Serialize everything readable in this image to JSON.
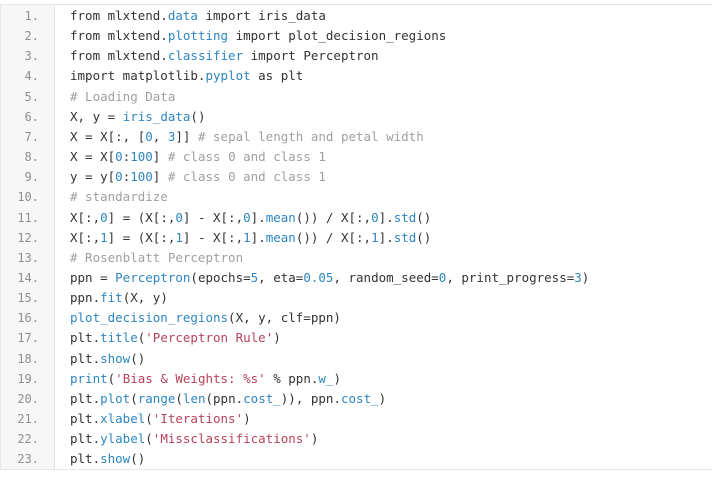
{
  "colors": {
    "plain": "#333333",
    "attribute": "#2e86c1",
    "number": "#2e86c1",
    "comment": "#a0a0a0",
    "string": "#b7425a",
    "line_number": "#8f8f8f"
  },
  "lines": [
    {
      "num": "1.",
      "tokens": [
        {
          "t": "from mlxtend.",
          "c": "plain"
        },
        {
          "t": "data",
          "c": "attr"
        },
        {
          "t": " import iris_data",
          "c": "plain"
        }
      ]
    },
    {
      "num": "2.",
      "tokens": [
        {
          "t": "from mlxtend.",
          "c": "plain"
        },
        {
          "t": "plotting",
          "c": "attr"
        },
        {
          "t": " import plot_decision_regions",
          "c": "plain"
        }
      ]
    },
    {
      "num": "3.",
      "tokens": [
        {
          "t": "from mlxtend.",
          "c": "plain"
        },
        {
          "t": "classifier",
          "c": "attr"
        },
        {
          "t": " import Perceptron",
          "c": "plain"
        }
      ]
    },
    {
      "num": "4.",
      "tokens": [
        {
          "t": "import matplotlib.",
          "c": "plain"
        },
        {
          "t": "pyplot",
          "c": "attr"
        },
        {
          "t": " as plt",
          "c": "plain"
        }
      ]
    },
    {
      "num": "5.",
      "tokens": [
        {
          "t": "# Loading Data",
          "c": "comment"
        }
      ]
    },
    {
      "num": "6.",
      "tokens": [
        {
          "t": "X, y = ",
          "c": "plain"
        },
        {
          "t": "iris_data",
          "c": "attr"
        },
        {
          "t": "()",
          "c": "plain"
        }
      ]
    },
    {
      "num": "7.",
      "tokens": [
        {
          "t": "X = X[:, [",
          "c": "plain"
        },
        {
          "t": "0",
          "c": "num"
        },
        {
          "t": ", ",
          "c": "plain"
        },
        {
          "t": "3",
          "c": "num"
        },
        {
          "t": "]] ",
          "c": "plain"
        },
        {
          "t": "# sepal length and petal width",
          "c": "comment"
        }
      ]
    },
    {
      "num": "8.",
      "tokens": [
        {
          "t": "X = X[",
          "c": "plain"
        },
        {
          "t": "0",
          "c": "num"
        },
        {
          "t": ":",
          "c": "plain"
        },
        {
          "t": "100",
          "c": "num"
        },
        {
          "t": "] ",
          "c": "plain"
        },
        {
          "t": "# class 0 and class 1",
          "c": "comment"
        }
      ]
    },
    {
      "num": "9.",
      "tokens": [
        {
          "t": "y = y[",
          "c": "plain"
        },
        {
          "t": "0",
          "c": "num"
        },
        {
          "t": ":",
          "c": "plain"
        },
        {
          "t": "100",
          "c": "num"
        },
        {
          "t": "] ",
          "c": "plain"
        },
        {
          "t": "# class 0 and class 1",
          "c": "comment"
        }
      ]
    },
    {
      "num": "10.",
      "tokens": [
        {
          "t": "# standardize",
          "c": "comment"
        }
      ]
    },
    {
      "num": "11.",
      "tokens": [
        {
          "t": "X[:,",
          "c": "plain"
        },
        {
          "t": "0",
          "c": "num"
        },
        {
          "t": "] = (X[:,",
          "c": "plain"
        },
        {
          "t": "0",
          "c": "num"
        },
        {
          "t": "] - X[:,",
          "c": "plain"
        },
        {
          "t": "0",
          "c": "num"
        },
        {
          "t": "].",
          "c": "plain"
        },
        {
          "t": "mean",
          "c": "attr"
        },
        {
          "t": "()) / X[:,",
          "c": "plain"
        },
        {
          "t": "0",
          "c": "num"
        },
        {
          "t": "].",
          "c": "plain"
        },
        {
          "t": "std",
          "c": "attr"
        },
        {
          "t": "()",
          "c": "plain"
        }
      ]
    },
    {
      "num": "12.",
      "tokens": [
        {
          "t": "X[:,",
          "c": "plain"
        },
        {
          "t": "1",
          "c": "num"
        },
        {
          "t": "] = (X[:,",
          "c": "plain"
        },
        {
          "t": "1",
          "c": "num"
        },
        {
          "t": "] - X[:,",
          "c": "plain"
        },
        {
          "t": "1",
          "c": "num"
        },
        {
          "t": "].",
          "c": "plain"
        },
        {
          "t": "mean",
          "c": "attr"
        },
        {
          "t": "()) / X[:,",
          "c": "plain"
        },
        {
          "t": "1",
          "c": "num"
        },
        {
          "t": "].",
          "c": "plain"
        },
        {
          "t": "std",
          "c": "attr"
        },
        {
          "t": "()",
          "c": "plain"
        }
      ]
    },
    {
      "num": "13.",
      "tokens": [
        {
          "t": "# Rosenblatt Perceptron",
          "c": "comment"
        }
      ]
    },
    {
      "num": "14.",
      "tokens": [
        {
          "t": "ppn = ",
          "c": "plain"
        },
        {
          "t": "Perceptron",
          "c": "attr"
        },
        {
          "t": "(epochs=",
          "c": "plain"
        },
        {
          "t": "5",
          "c": "num"
        },
        {
          "t": ", eta=",
          "c": "plain"
        },
        {
          "t": "0.05",
          "c": "num"
        },
        {
          "t": ", random_seed=",
          "c": "plain"
        },
        {
          "t": "0",
          "c": "num"
        },
        {
          "t": ", print_progress=",
          "c": "plain"
        },
        {
          "t": "3",
          "c": "num"
        },
        {
          "t": ")",
          "c": "plain"
        }
      ]
    },
    {
      "num": "15.",
      "tokens": [
        {
          "t": "ppn.",
          "c": "plain"
        },
        {
          "t": "fit",
          "c": "attr"
        },
        {
          "t": "(X, y)",
          "c": "plain"
        }
      ]
    },
    {
      "num": "16.",
      "tokens": [
        {
          "t": "plot_decision_regions",
          "c": "attr"
        },
        {
          "t": "(X, y, clf=ppn)",
          "c": "plain"
        }
      ]
    },
    {
      "num": "17.",
      "tokens": [
        {
          "t": "plt.",
          "c": "plain"
        },
        {
          "t": "title",
          "c": "attr"
        },
        {
          "t": "(",
          "c": "plain"
        },
        {
          "t": "'Perceptron Rule'",
          "c": "str"
        },
        {
          "t": ")",
          "c": "plain"
        }
      ]
    },
    {
      "num": "18.",
      "tokens": [
        {
          "t": "plt.",
          "c": "plain"
        },
        {
          "t": "show",
          "c": "attr"
        },
        {
          "t": "()",
          "c": "plain"
        }
      ]
    },
    {
      "num": "19.",
      "tokens": [
        {
          "t": "print",
          "c": "attr"
        },
        {
          "t": "(",
          "c": "plain"
        },
        {
          "t": "'Bias & Weights: %s'",
          "c": "str"
        },
        {
          "t": " % ppn.",
          "c": "plain"
        },
        {
          "t": "w_",
          "c": "attr"
        },
        {
          "t": ")",
          "c": "plain"
        }
      ]
    },
    {
      "num": "20.",
      "tokens": [
        {
          "t": "plt.",
          "c": "plain"
        },
        {
          "t": "plot",
          "c": "attr"
        },
        {
          "t": "(",
          "c": "plain"
        },
        {
          "t": "range",
          "c": "attr"
        },
        {
          "t": "(",
          "c": "plain"
        },
        {
          "t": "len",
          "c": "attr"
        },
        {
          "t": "(ppn.",
          "c": "plain"
        },
        {
          "t": "cost_",
          "c": "attr"
        },
        {
          "t": ")), ppn.",
          "c": "plain"
        },
        {
          "t": "cost_",
          "c": "attr"
        },
        {
          "t": ")",
          "c": "plain"
        }
      ]
    },
    {
      "num": "21.",
      "tokens": [
        {
          "t": "plt.",
          "c": "plain"
        },
        {
          "t": "xlabel",
          "c": "attr"
        },
        {
          "t": "(",
          "c": "plain"
        },
        {
          "t": "'Iterations'",
          "c": "str"
        },
        {
          "t": ")",
          "c": "plain"
        }
      ]
    },
    {
      "num": "22.",
      "tokens": [
        {
          "t": "plt.",
          "c": "plain"
        },
        {
          "t": "ylabel",
          "c": "attr"
        },
        {
          "t": "(",
          "c": "plain"
        },
        {
          "t": "'Missclassifications'",
          "c": "str"
        },
        {
          "t": ")",
          "c": "plain"
        }
      ]
    },
    {
      "num": "23.",
      "tokens": [
        {
          "t": "plt.",
          "c": "plain"
        },
        {
          "t": "show",
          "c": "attr"
        },
        {
          "t": "()",
          "c": "plain"
        }
      ]
    }
  ]
}
